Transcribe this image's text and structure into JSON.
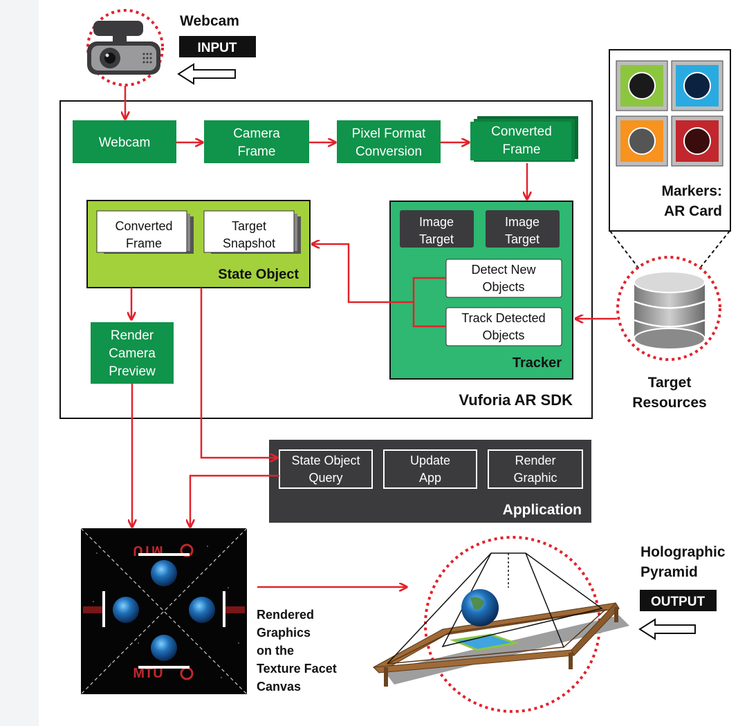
{
  "colors": {
    "green": "#10934a",
    "tracker_green": "#2eb872",
    "lime": "#a3d13c",
    "dark": "#3b3b3d",
    "arrow": "#e2222b",
    "outline": "#000000"
  },
  "webcam": {
    "title": "Webcam",
    "badge": "INPUT",
    "icon": "webcam-icon"
  },
  "sdk": {
    "title": "Vuforia AR SDK",
    "pipeline": [
      {
        "id": "webcam",
        "line1": "Webcam",
        "line2": ""
      },
      {
        "id": "camera-frame",
        "line1": "Camera",
        "line2": "Frame"
      },
      {
        "id": "pixel-format-conversion",
        "line1": "Pixel Format",
        "line2": "Conversion"
      },
      {
        "id": "converted-frame",
        "line1": "Converted",
        "line2": "Frame"
      }
    ],
    "state_object": {
      "title": "State Object",
      "items": [
        {
          "line1": "Converted",
          "line2": "Frame"
        },
        {
          "line1": "Target",
          "line2": "Snapshot"
        }
      ]
    },
    "tracker": {
      "title": "Tracker",
      "targets": [
        {
          "line1": "Image",
          "line2": "Target"
        },
        {
          "line1": "Image",
          "line2": "Target"
        }
      ],
      "tasks": [
        {
          "line1": "Detect New",
          "line2": "Objects"
        },
        {
          "line1": "Track Detected",
          "line2": "Objects"
        }
      ]
    },
    "render_preview": {
      "line1": "Render",
      "line2": "Camera",
      "line3": "Preview"
    }
  },
  "application": {
    "title": "Application",
    "items": [
      {
        "line1": "State Object",
        "line2": "Query"
      },
      {
        "line1": "Update",
        "line2": "App"
      },
      {
        "line1": "Render",
        "line2": "Graphic"
      }
    ]
  },
  "markers": {
    "line1": "Markers:",
    "line2": "AR Card",
    "card_colors": [
      "#8cc63f",
      "#29abe2",
      "#f7931e",
      "#c1272d"
    ]
  },
  "target_resources": {
    "line1": "Target",
    "line2": "Resources",
    "icon": "database-icon"
  },
  "rendered_graphics": {
    "lines": [
      "Rendered",
      "Graphics",
      "on the",
      "Texture Facet",
      "Canvas"
    ],
    "logo_text": "MTU"
  },
  "pyramid": {
    "line1": "Holographic",
    "line2": "Pyramid",
    "badge": "OUTPUT"
  }
}
